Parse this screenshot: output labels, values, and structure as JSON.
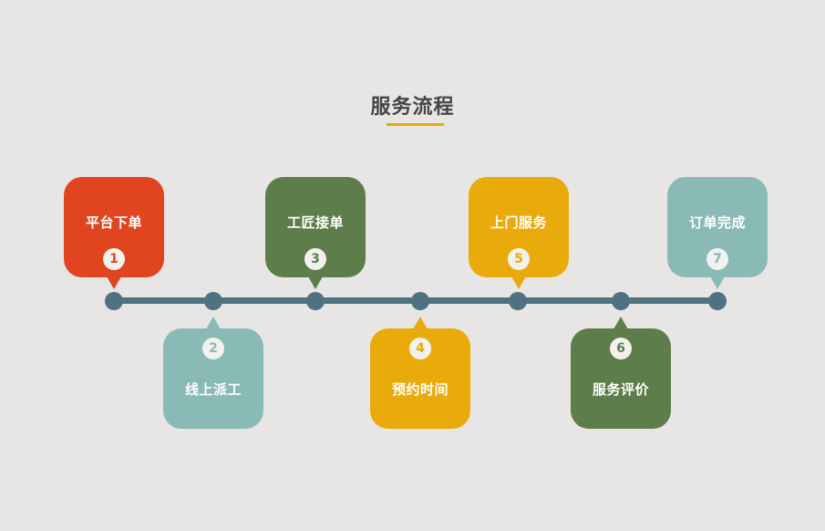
{
  "title": "服务流程",
  "colors": {
    "background": "#e8e6e4",
    "timeline": "#4f7282",
    "accent": "#e9ab0b"
  },
  "steps": [
    {
      "num": "1",
      "label": "平台下单",
      "color": "#e04520"
    },
    {
      "num": "2",
      "label": "线上派工",
      "color": "#89bab5"
    },
    {
      "num": "3",
      "label": "工匠接单",
      "color": "#5d7e4b"
    },
    {
      "num": "4",
      "label": "预约时间",
      "color": "#e9ab0b"
    },
    {
      "num": "5",
      "label": "上门服务",
      "color": "#e9ab0b"
    },
    {
      "num": "6",
      "label": "服务评价",
      "color": "#5d7e4b"
    },
    {
      "num": "7",
      "label": "订单完成",
      "color": "#89bab5"
    }
  ]
}
